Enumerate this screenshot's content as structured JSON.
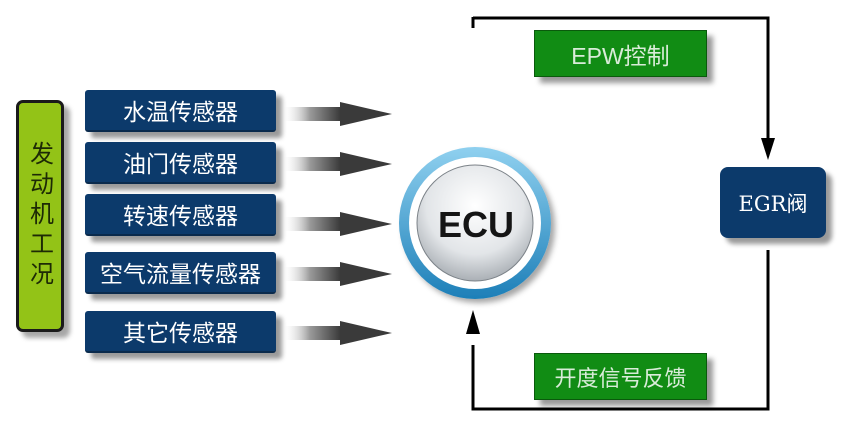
{
  "engine": {
    "label": "发动机工况"
  },
  "sensors": [
    {
      "label": "水温传感器"
    },
    {
      "label": "油门传感器"
    },
    {
      "label": "转速传感器"
    },
    {
      "label": "空气流量传感器"
    },
    {
      "label": "其它传感器"
    }
  ],
  "ecu": {
    "label": "ECU"
  },
  "epw": {
    "label": "EPW控制"
  },
  "feedback": {
    "label": "开度信号反馈"
  },
  "egr": {
    "label": "EGR阀"
  },
  "colors": {
    "sensor_fill": "#0c3a6b",
    "engine_fill": "#93c317",
    "green_fill": "#118c14",
    "ecu_ring": "#3aa6d8"
  }
}
